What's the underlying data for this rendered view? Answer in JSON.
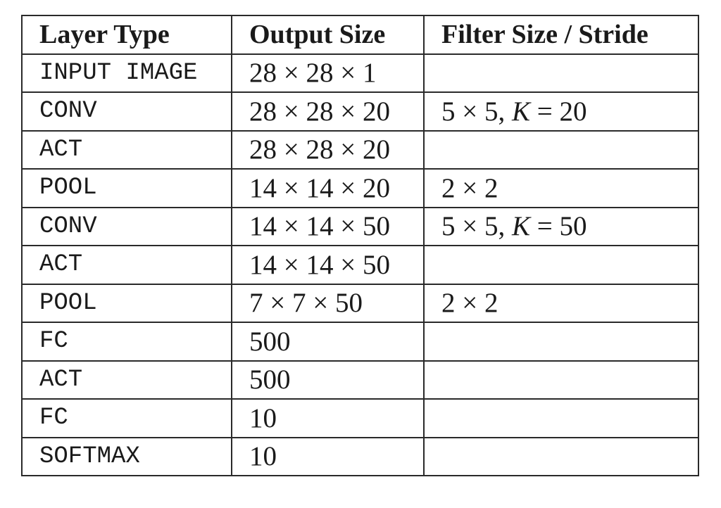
{
  "table": {
    "headers": [
      "Layer Type",
      "Output Size",
      "Filter Size / Stride"
    ],
    "rows": [
      {
        "type": "INPUT IMAGE",
        "output": "28 × 28 × 1",
        "filter": ""
      },
      {
        "type": "CONV",
        "output": "28 × 28 × 20",
        "filter": "5 × 5, K = 20"
      },
      {
        "type": "ACT",
        "output": "28 × 28 × 20",
        "filter": ""
      },
      {
        "type": "POOL",
        "output": "14 × 14 × 20",
        "filter": "2 × 2"
      },
      {
        "type": "CONV",
        "output": "14 × 14 × 50",
        "filter": "5 × 5, K = 50"
      },
      {
        "type": "ACT",
        "output": "14 × 14 × 50",
        "filter": ""
      },
      {
        "type": "POOL",
        "output": "7 × 7 × 50",
        "filter": "2 × 2"
      },
      {
        "type": "FC",
        "output": "500",
        "filter": ""
      },
      {
        "type": "ACT",
        "output": "500",
        "filter": ""
      },
      {
        "type": "FC",
        "output": "10",
        "filter": ""
      },
      {
        "type": "SOFTMAX",
        "output": "10",
        "filter": ""
      }
    ]
  }
}
